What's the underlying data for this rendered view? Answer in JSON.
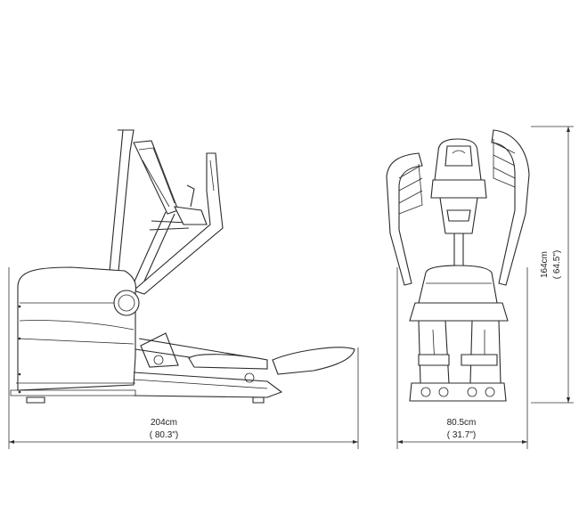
{
  "side_view": {
    "width_label": "204cm",
    "width_label_imperial": "( 80.3\")"
  },
  "front_view": {
    "width_label": "80.5cm",
    "width_label_imperial": "( 31.7\")",
    "height_label": "164cm",
    "height_label_imperial": "( 64.5\")"
  },
  "colors": {
    "line": "#2a2a2a",
    "background": "#ffffff"
  }
}
